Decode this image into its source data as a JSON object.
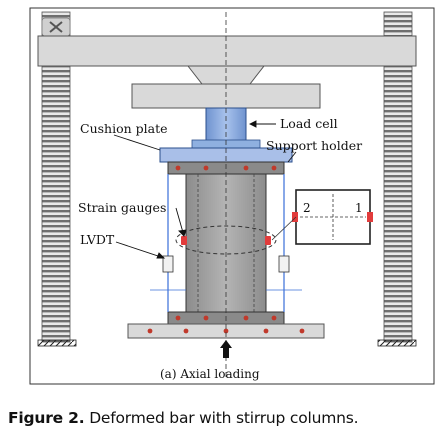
{
  "labels": {
    "load_cell": "Load cell",
    "cushion_plate": "Cushion plate",
    "support_holder": "Support holder",
    "strain_gauges": "Strain gauges",
    "lvdt": "LVDT",
    "gauge_1": "1",
    "gauge_2": "2",
    "subcaption": "(a) Axial loading"
  },
  "caption": {
    "lead": "Figure 2.",
    "text": " Deformed bar with stirrup columns."
  },
  "colors": {
    "frame": "#d9d9d9",
    "specimen": "#9e9e9e",
    "load_cell": "#8fb0e0",
    "plate_blue": "#a9bfe8",
    "gauge_red": "#e23b3b",
    "lvdt_line": "#3a6fd8"
  }
}
